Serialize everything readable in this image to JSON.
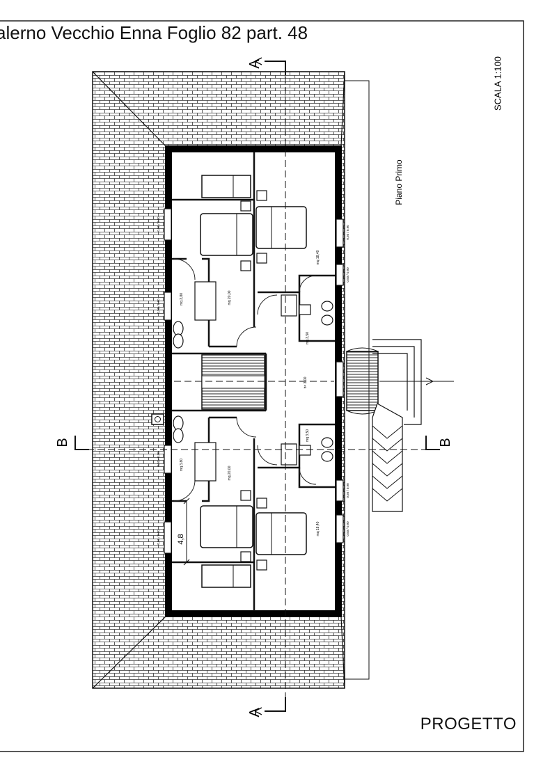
{
  "drawing": {
    "title": "alerno Vecchio Enna Foglio 82 part. 48",
    "stamp": "PROGETTO",
    "scale": "SCALA 1:100",
    "floor": "Piano Primo",
    "section_a": "A",
    "section_b": "B",
    "dimension": "4,8"
  },
  "rooms": {
    "camera_1": "mq 20,00",
    "camera_2": "mq 18,40",
    "camera_3": "mq 20,00",
    "camera_4": "mq 18,40",
    "bagno_1": "mq 3,80",
    "bagno_2": "mq 3,50",
    "bagno_3": "mq 3,80",
    "bagno_4": "mq 3,50",
    "corridoio": "h= 3,00"
  },
  "windows": {
    "label": "0,50 / 0,90"
  }
}
